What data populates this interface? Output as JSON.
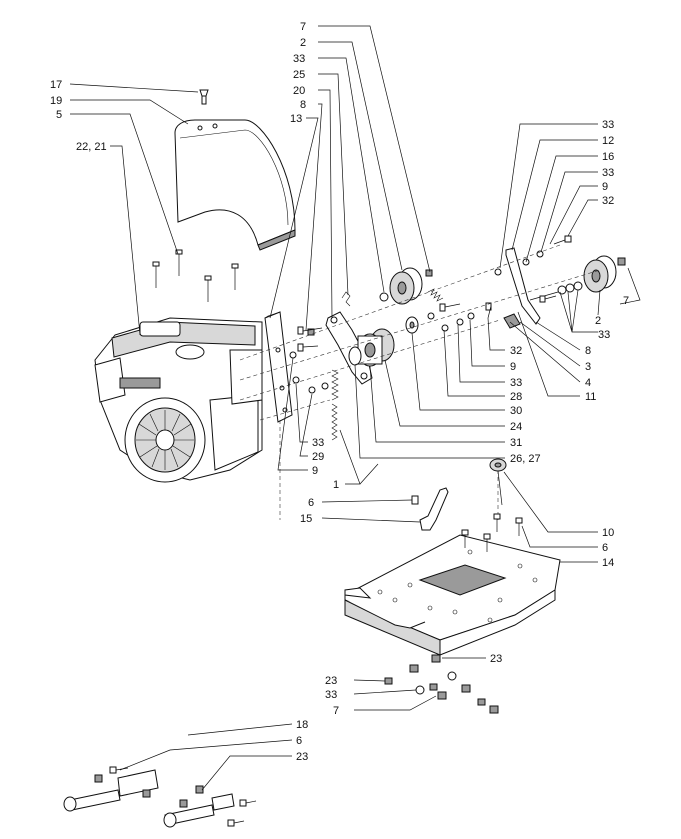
{
  "labels": [
    {
      "text": "7"
    },
    {
      "text": "2"
    },
    {
      "text": "33"
    },
    {
      "text": "25"
    },
    {
      "text": "20"
    },
    {
      "text": "8"
    },
    {
      "text": "13"
    },
    {
      "text": "17"
    },
    {
      "text": "19"
    },
    {
      "text": "5"
    },
    {
      "text": "22, 21"
    },
    {
      "text": "33"
    },
    {
      "text": "12"
    },
    {
      "text": "16"
    },
    {
      "text": "33"
    },
    {
      "text": "9"
    },
    {
      "text": "32"
    },
    {
      "text": "7"
    },
    {
      "text": "2"
    },
    {
      "text": "33"
    },
    {
      "text": "8"
    },
    {
      "text": "3"
    },
    {
      "text": "4"
    },
    {
      "text": "11"
    },
    {
      "text": "32"
    },
    {
      "text": "9"
    },
    {
      "text": "33"
    },
    {
      "text": "28"
    },
    {
      "text": "30"
    },
    {
      "text": "24"
    },
    {
      "text": "31"
    },
    {
      "text": "26, 27"
    },
    {
      "text": "33"
    },
    {
      "text": "29"
    },
    {
      "text": "9"
    },
    {
      "text": "1"
    },
    {
      "text": "6"
    },
    {
      "text": "15"
    },
    {
      "text": "10"
    },
    {
      "text": "6"
    },
    {
      "text": "14"
    },
    {
      "text": "23"
    },
    {
      "text": "23"
    },
    {
      "text": "33"
    },
    {
      "text": "7"
    },
    {
      "text": "18"
    },
    {
      "text": "6"
    },
    {
      "text": "23"
    }
  ],
  "icons": [
    "engine",
    "belt-guard",
    "handle-frame",
    "base-plate",
    "pulley",
    "idler-pulley",
    "spring",
    "bolt",
    "nut",
    "washer",
    "bracket",
    "tension-lever",
    "rod",
    "knob"
  ]
}
